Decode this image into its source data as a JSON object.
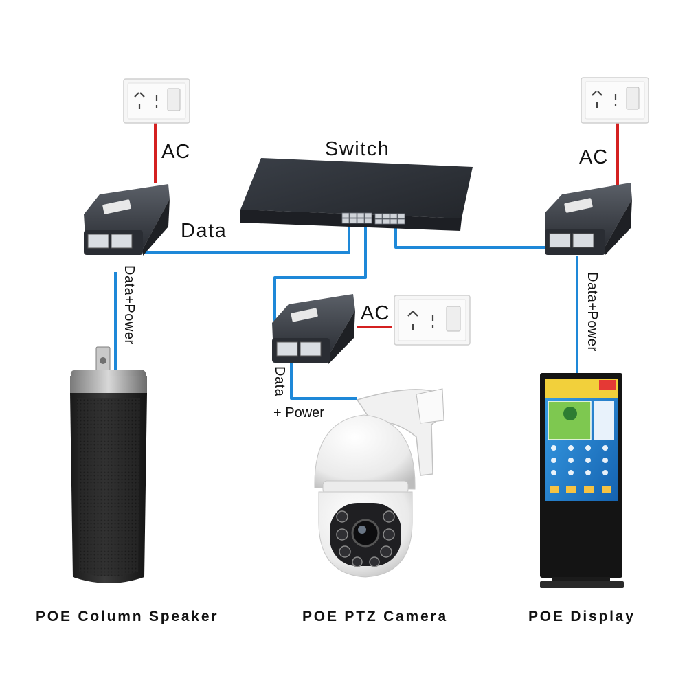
{
  "labels": {
    "switch": "Switch",
    "ac_left": "AC",
    "ac_right": "AC",
    "ac_center": "AC",
    "data_link": "Data",
    "data_power_left": "Data+Power",
    "data_power_right": "Data+Power",
    "data_center": "Data",
    "power_center": "+ Power"
  },
  "captions": {
    "speaker": "POE Column Speaker",
    "camera": "POE PTZ Camera",
    "display": "POE Display"
  },
  "colors": {
    "data_cable": "#1e88d8",
    "ac_cable": "#d42020",
    "device_dark": "#2b2f36"
  },
  "icons": [
    "wall-outlet-icon",
    "poe-injector-icon",
    "network-switch-icon",
    "column-speaker-icon",
    "ptz-camera-icon",
    "kiosk-display-icon"
  ]
}
